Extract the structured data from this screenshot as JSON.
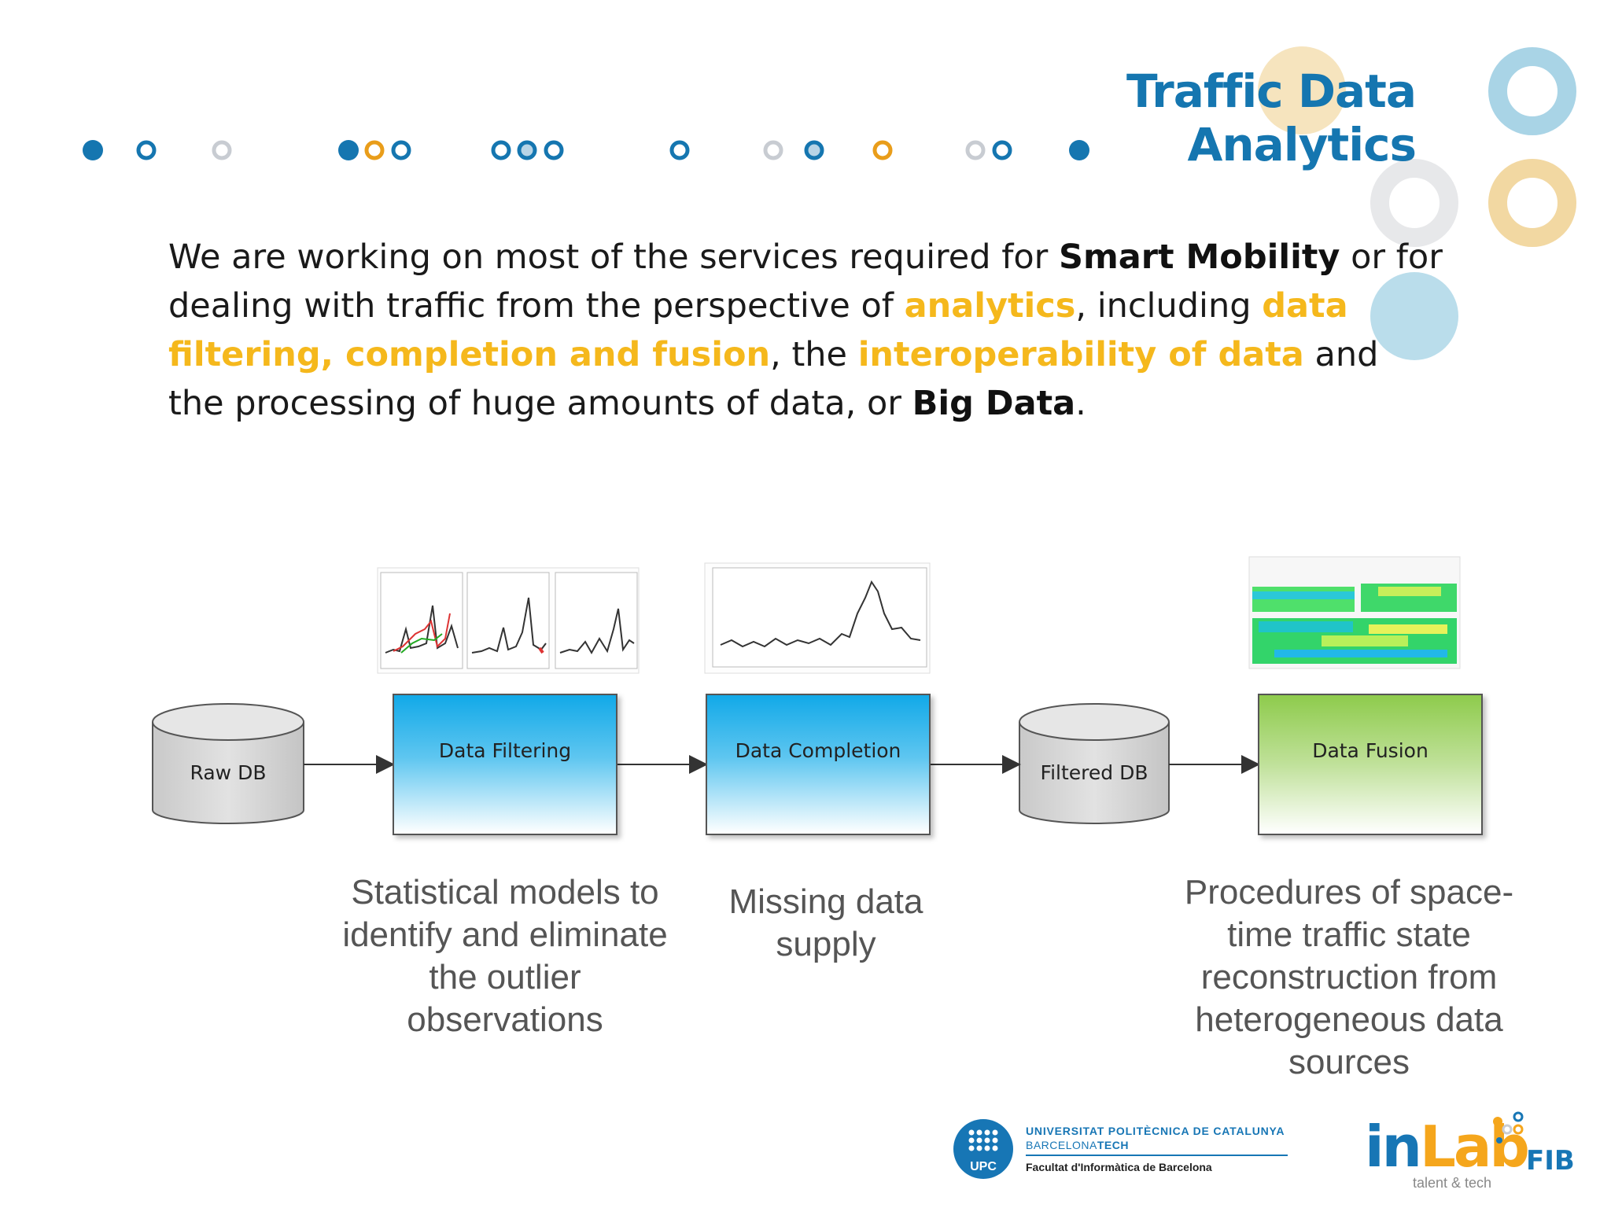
{
  "slide": {
    "title": "Traffic Data Analytics",
    "intro": {
      "p1": "We are working on most of the services required for ",
      "smart_mobility": "Smart Mobility",
      "p2": " or for dealing with traffic from the perspective of ",
      "analytics": "analytics",
      "p3": ", including ",
      "filtering": "data filtering, completion and fusion",
      "p4": ", the ",
      "interop": "interoperability of data",
      "p5": " and the processing of huge amounts of data, or ",
      "big_data": "Big Data",
      "p6": "."
    }
  },
  "diagram": {
    "raw_db": "Raw DB",
    "data_filtering": "Data Filtering",
    "data_completion": "Data Completion",
    "filtered_db": "Filtered DB",
    "data_fusion": "Data Fusion"
  },
  "captions": {
    "filtering": "Statistical models to identify and eliminate the outlier observations",
    "completion": "Missing data supply",
    "fusion": "Procedures of space-time traffic state reconstruction from heterogeneous data sources"
  },
  "logos": {
    "upc_mark": "UPC",
    "upc_line1": "UNIVERSITAT POLITÈCNICA DE CATALUNYA",
    "upc_line2a": "BARCELONA",
    "upc_line2b": "TECH",
    "upc_line3": "Facultat d'Informàtica de Barcelona",
    "inlab_in": "in",
    "inlab_lab": "Lab",
    "inlab_fib": "FIB",
    "inlab_tagline": "talent & tech"
  },
  "colors": {
    "title_blue": "#1576b0",
    "highlight_yellow": "#f5b81c",
    "box_blue": "#12a9e8",
    "box_green": "#8ecb4c"
  }
}
